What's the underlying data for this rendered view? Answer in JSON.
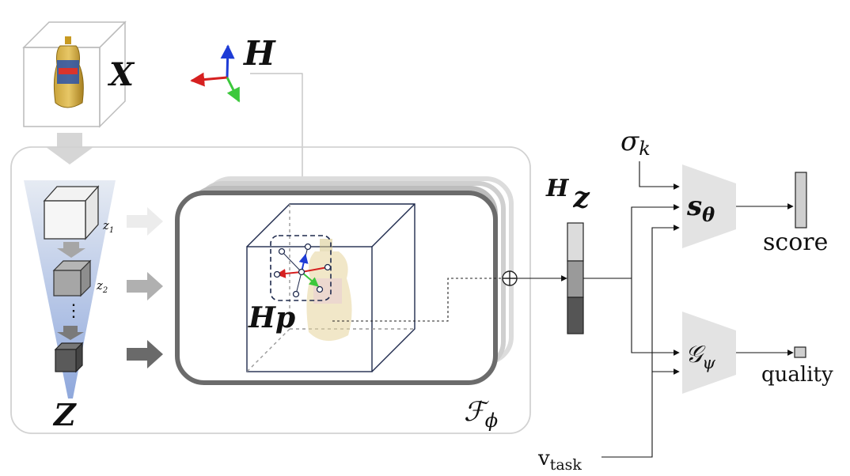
{
  "labels": {
    "x": "X",
    "h": "H",
    "z_big": "Z",
    "z1": "z",
    "z1_sub": "1",
    "z2": "z",
    "z2_sub": "2",
    "dots": "⋮",
    "hp": "Hp",
    "hz_h": "H",
    "hz_z": "z",
    "f_phi": "ℱ",
    "f_phi_sub": "ϕ",
    "sigma": "σ",
    "sigma_sub": "k",
    "s_theta": "s",
    "s_theta_sub": "θ",
    "g_psi": "𝒢",
    "g_psi_sub": "ψ",
    "score": "score",
    "quality": "quality",
    "v_task": "v",
    "v_task_sub": "task",
    "plus": "⊕"
  },
  "colors": {
    "cone_top": "#c8d2e8",
    "cone_bottom": "#8ea8dc",
    "axis_x": "#d62020",
    "axis_y": "#1e3cd6",
    "axis_z": "#3cc83c",
    "frame_dark": "#666666",
    "frame_light": "#cfcfcf",
    "trapezoid": "#e3e3e3",
    "cube_light": "#f0f0f0",
    "cube_mid": "#a8a8a8",
    "cube_dark": "#555555",
    "bottle": "#e9dfb2"
  }
}
